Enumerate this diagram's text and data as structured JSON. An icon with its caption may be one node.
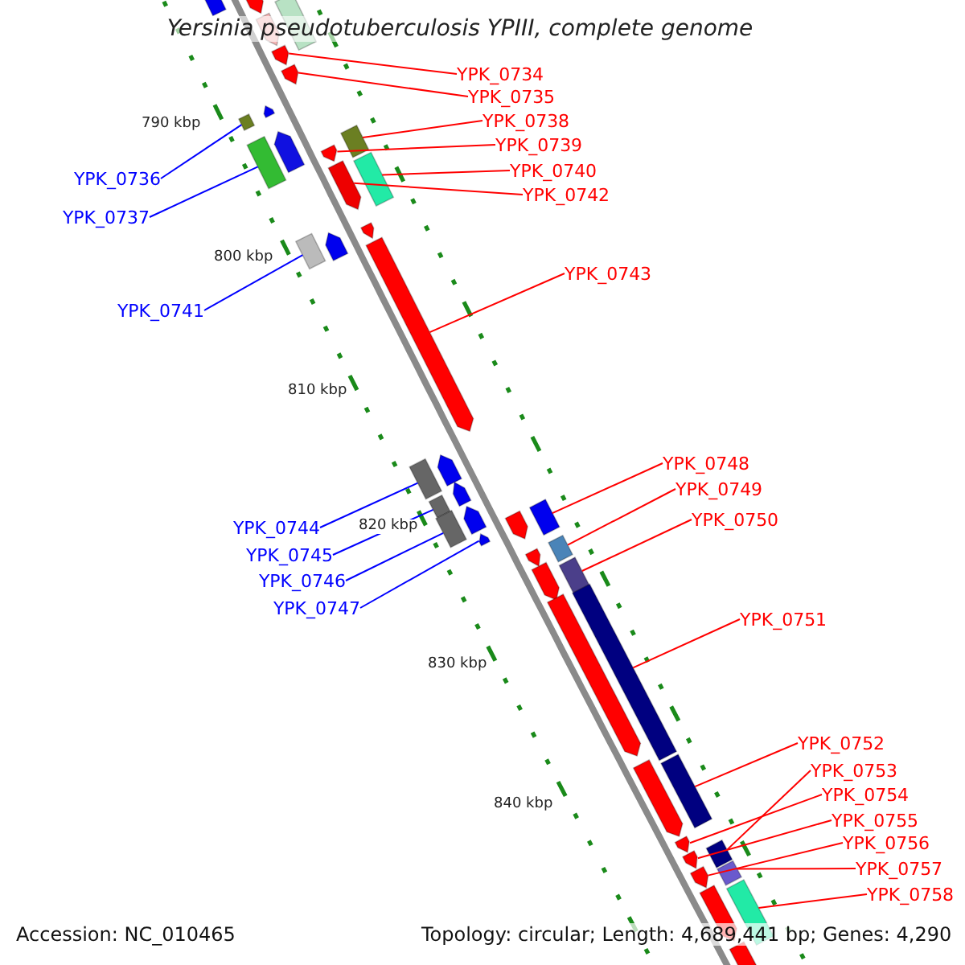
{
  "diagram": {
    "title": "Yersinia pseudotuberculosis YPIII, complete genome",
    "nodes": [
      {
        "text": [
          "YPK_0734"
        ]
      },
      {
        "text": [],
        "shape": "arrow"
      },
      {
        "text": [
          "YPK_0735"
        ]
      },
      {
        "text": [],
        "shape": "arrow"
      },
      {
        "text": [
          "YPK_0738"
        ]
      },
      {
        "text": [],
        "shape": "box"
      },
      {
        "text": [
          "YPK_0739"
        ]
      },
      {
        "text": [],
        "shape": "arrow"
      },
      {
        "text": [
          "YPK_0740"
        ]
      },
      {
        "text": [],
        "shape": "box"
      },
      {
        "text": [
          "YPK_0736"
        ]
      },
      {
        "text": [],
        "shape": "box"
      },
      {
        "text": [
          "YPK_0742"
        ]
      },
      {
        "text": [],
        "shape": "arrow"
      },
      {
        "text": [
          "YPK_0737"
        ]
      },
      {
        "text": [],
        "shape": "box"
      },
      {
        "text": [
          "YPK_0743"
        ]
      },
      {
        "text": [],
        "shape": "arrow"
      },
      {
        "text": [
          "YPK_0741"
        ]
      },
      {
        "text": [],
        "shape": "box"
      },
      {
        "text": [
          "YPK_0748"
        ]
      },
      {
        "text": [],
        "shape": "box"
      },
      {
        "text": [
          "YPK_0749"
        ]
      },
      {
        "text": [],
        "shape": "box"
      },
      {
        "text": [
          "YPK_0750"
        ]
      },
      {
        "text": [],
        "shape": "box"
      },
      {
        "text": [
          "YPK_0744"
        ]
      },
      {
        "text": [],
        "shape": "box"
      },
      {
        "text": [
          "YPK_0745"
        ]
      },
      {
        "text": [],
        "shape": "box"
      },
      {
        "text": [
          "YPK_0746"
        ]
      },
      {
        "text": [],
        "shape": "box"
      },
      {
        "text": [
          "YPK_0747"
        ]
      },
      {
        "text": [],
        "shape": "arrow"
      },
      {
        "text": [
          "YPK_0751"
        ]
      },
      {
        "text": [],
        "shape": "box"
      },
      {
        "text": [
          "YPK_0752"
        ]
      },
      {
        "text": [],
        "shape": "box"
      },
      {
        "text": [
          "YPK_0753"
        ]
      },
      {
        "text": [],
        "shape": "box"
      },
      {
        "text": [
          "YPK_0754"
        ]
      },
      {
        "text": [],
        "shape": "arrow"
      },
      {
        "text": [
          "YPK_0755"
        ]
      },
      {
        "text": [],
        "shape": "arrow"
      },
      {
        "text": [
          "YPK_0756"
        ]
      },
      {
        "text": [],
        "shape": "arrow"
      },
      {
        "text": [
          "YPK_0757"
        ]
      },
      {
        "text": [],
        "shape": "box"
      },
      {
        "text": [
          "YPK_0758"
        ]
      },
      {
        "text": [],
        "shape": "box"
      },
      {
        "text": [],
        "shape": "arrow"
      }
    ],
    "edges": [
      {
        "from": 0,
        "to": 1,
        "arrow": "none"
      },
      {
        "from": 2,
        "to": 3,
        "arrow": "none"
      },
      {
        "from": 4,
        "to": 5,
        "arrow": "none"
      },
      {
        "from": 6,
        "to": 7,
        "arrow": "none"
      },
      {
        "from": 8,
        "to": 9,
        "arrow": "none"
      },
      {
        "from": 10,
        "to": 11,
        "arrow": "none",
        "color": "#0000ff"
      },
      {
        "from": 12,
        "to": 13,
        "arrow": "none"
      },
      {
        "from": 14,
        "to": 15,
        "arrow": "none",
        "color": "#0000ff"
      },
      {
        "from": 16,
        "to": 17,
        "arrow": "none"
      },
      {
        "from": 18,
        "to": 19,
        "arrow": "none",
        "color": "#0000ff"
      },
      {
        "from": 20,
        "to": 21,
        "arrow": "none"
      },
      {
        "from": 22,
        "to": 23,
        "arrow": "none"
      },
      {
        "from": 24,
        "to": 25,
        "arrow": "none"
      },
      {
        "from": 26,
        "to": 27,
        "arrow": "none",
        "color": "#0000ff"
      },
      {
        "from": 28,
        "to": 29,
        "arrow": "none",
        "color": "#0000ff"
      },
      {
        "from": 30,
        "to": 31,
        "arrow": "none",
        "color": "#0000ff"
      },
      {
        "from": 32,
        "to": 33,
        "arrow": "none",
        "color": "#0000ff"
      },
      {
        "from": 34,
        "to": 35,
        "arrow": "none"
      },
      {
        "from": 36,
        "to": 37,
        "arrow": "none"
      },
      {
        "from": 38,
        "to": 39,
        "arrow": "none"
      },
      {
        "from": 40,
        "to": 41,
        "arrow": "none"
      },
      {
        "from": 42,
        "to": 43,
        "arrow": "none"
      },
      {
        "from": 44,
        "to": 45,
        "arrow": "none"
      },
      {
        "from": 46,
        "to": 47,
        "arrow": "none"
      },
      {
        "from": 48,
        "to": 49,
        "arrow": "none"
      }
    ],
    "labels": [
      "790 kbp",
      "800 kbp",
      "810 kbp",
      "820 kbp",
      "830 kbp",
      "840 kbp",
      "Accession: NC_010465",
      "Topology: circular; Length: 4,689,441 bp; Genes: 4,290"
    ]
  }
}
